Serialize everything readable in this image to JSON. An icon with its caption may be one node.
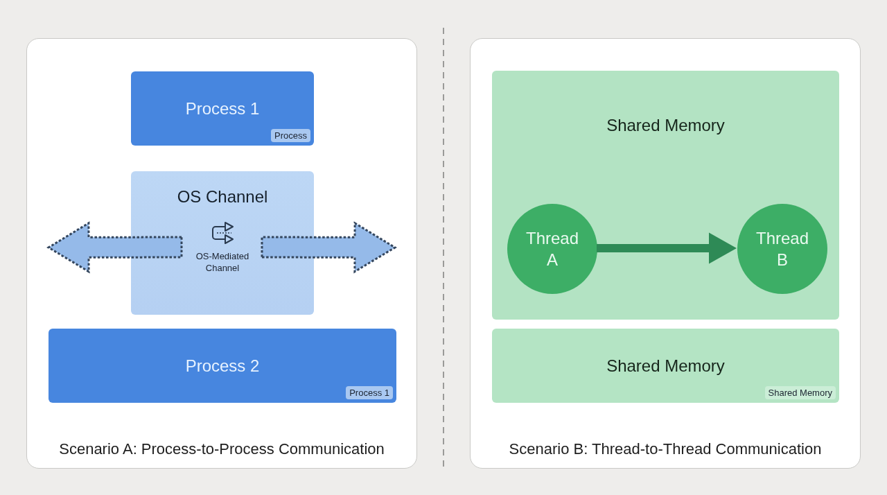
{
  "diagram": {
    "nodes": [
      {
        "text": [
          "Scenario A: Process-to-Process Communication"
        ]
      },
      {
        "text": [
          "Process 1",
          "Process"
        ],
        "in": 0
      },
      {
        "text": [
          "OS Channel",
          "OS-Mediated Channel"
        ],
        "in": 0
      },
      {
        "text": [
          "Process 2",
          "Process 1"
        ],
        "in": 0
      },
      {
        "text": [
          "Scenario B: Thread-to-Thread Communication"
        ]
      },
      {
        "text": [
          "Shared Memory"
        ],
        "in": 4
      },
      {
        "text": [
          "Thread A"
        ],
        "in": 5
      },
      {
        "text": [
          "Thread B"
        ],
        "in": 5
      },
      {
        "text": [
          "Shared Memory",
          "Shared Memory"
        ],
        "in": 4
      }
    ],
    "edges": [
      {
        "from": 2,
        "to": null,
        "arrow": "to",
        "style": "dashed"
      },
      {
        "from": 2,
        "to": null,
        "arrow": "to",
        "style": "dashed"
      },
      {
        "from": 6,
        "to": 7,
        "arrow": "to",
        "style": "thick",
        "color": "#2e8a56"
      }
    ]
  }
}
